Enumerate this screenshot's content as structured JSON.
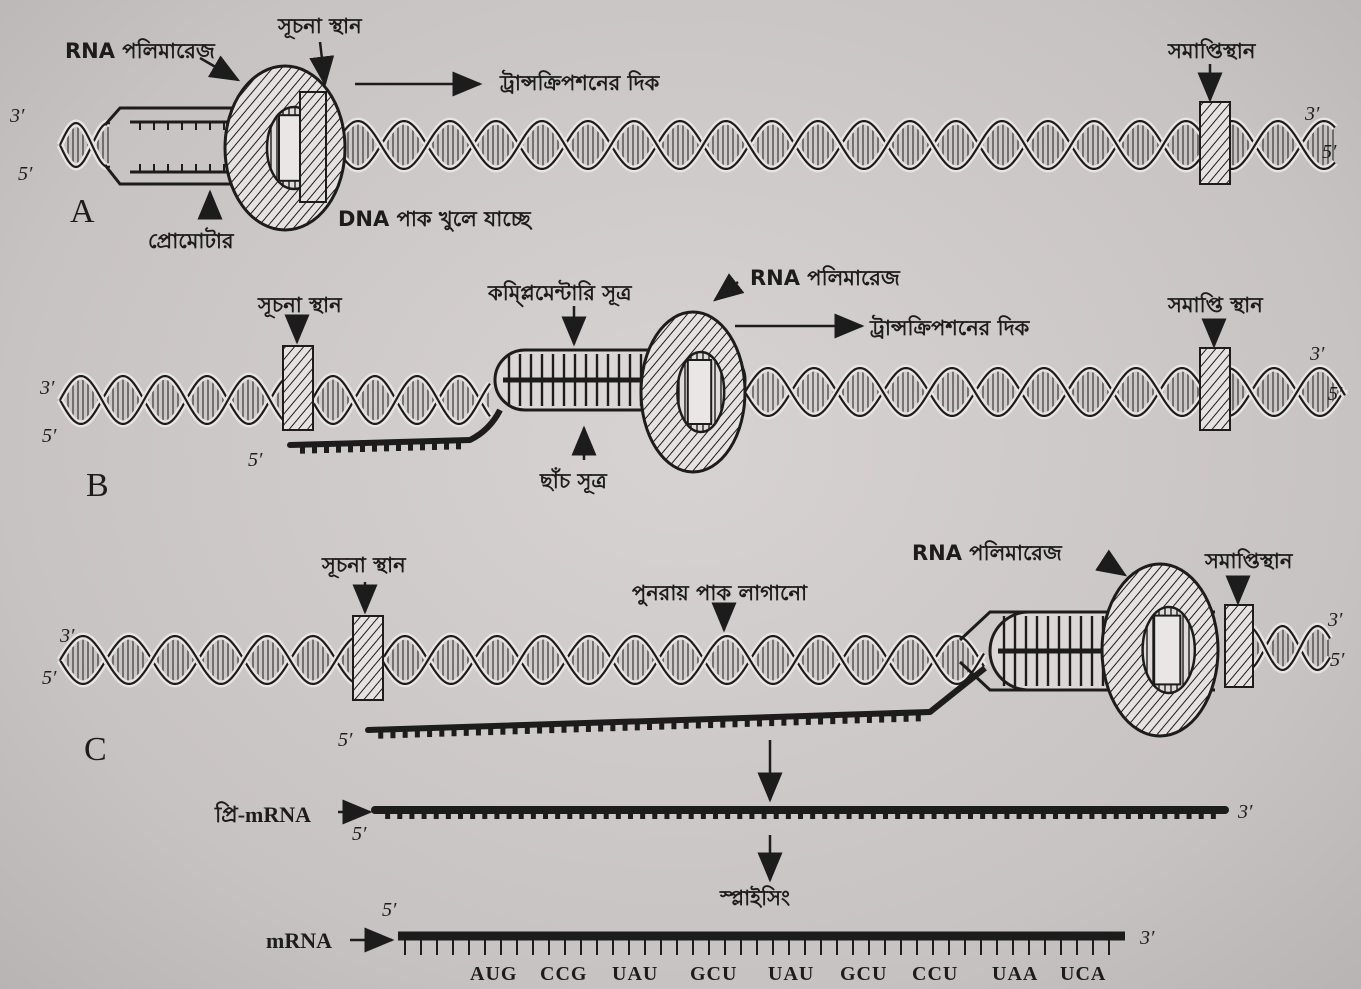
{
  "panels": [
    {
      "letter": "A",
      "labels": {
        "rna_polymerase": "RNA পলিমারেজ",
        "start_site": "সূচনা স্থান",
        "direction": "ট্রান্সক্রিপশনের দিক",
        "end_site": "সমাপ্তিস্থান",
        "unwinding": "DNA পাক খুলে যাচ্ছে",
        "promoter": "প্রোমোটার",
        "end_3": "3′",
        "end_5": "5′"
      }
    },
    {
      "letter": "B",
      "labels": {
        "start_site": "সূচনা স্থান",
        "complementary": "কম্প্লিমেন্টারি সূত্র",
        "rna_polymerase": "RNA পলিমারেজ",
        "direction": "ট্রান্সক্রিপশনের দিক",
        "end_site": "সমাপ্তি স্থান",
        "template": "ছাঁচ সূত্র",
        "end_3": "3′",
        "end_5": "5′"
      }
    },
    {
      "letter": "C",
      "labels": {
        "start_site": "সূচনা স্থান",
        "rewinding": "পুনরায় পাক লাগানো",
        "rna_polymerase": "RNA পলিমারেজ",
        "end_site": "সমাপ্তিস্থান",
        "end_3": "3′",
        "end_5": "5′"
      }
    }
  ],
  "pre_mrna": {
    "label": "প্রি-mRNA",
    "end_5": "5′",
    "end_3": "3′"
  },
  "splicing": "স্প্লাইসিং",
  "mrna": {
    "label": "mRNA",
    "end_5": "5′",
    "end_3": "3′",
    "codons": [
      "AUG",
      "CCG",
      "UAU",
      "GCU",
      "UAU",
      "GCU",
      "CCU",
      "UAA",
      "UCA"
    ]
  },
  "colors": {
    "ink": "#1c1c1c",
    "paper": "#d2cdcd"
  }
}
